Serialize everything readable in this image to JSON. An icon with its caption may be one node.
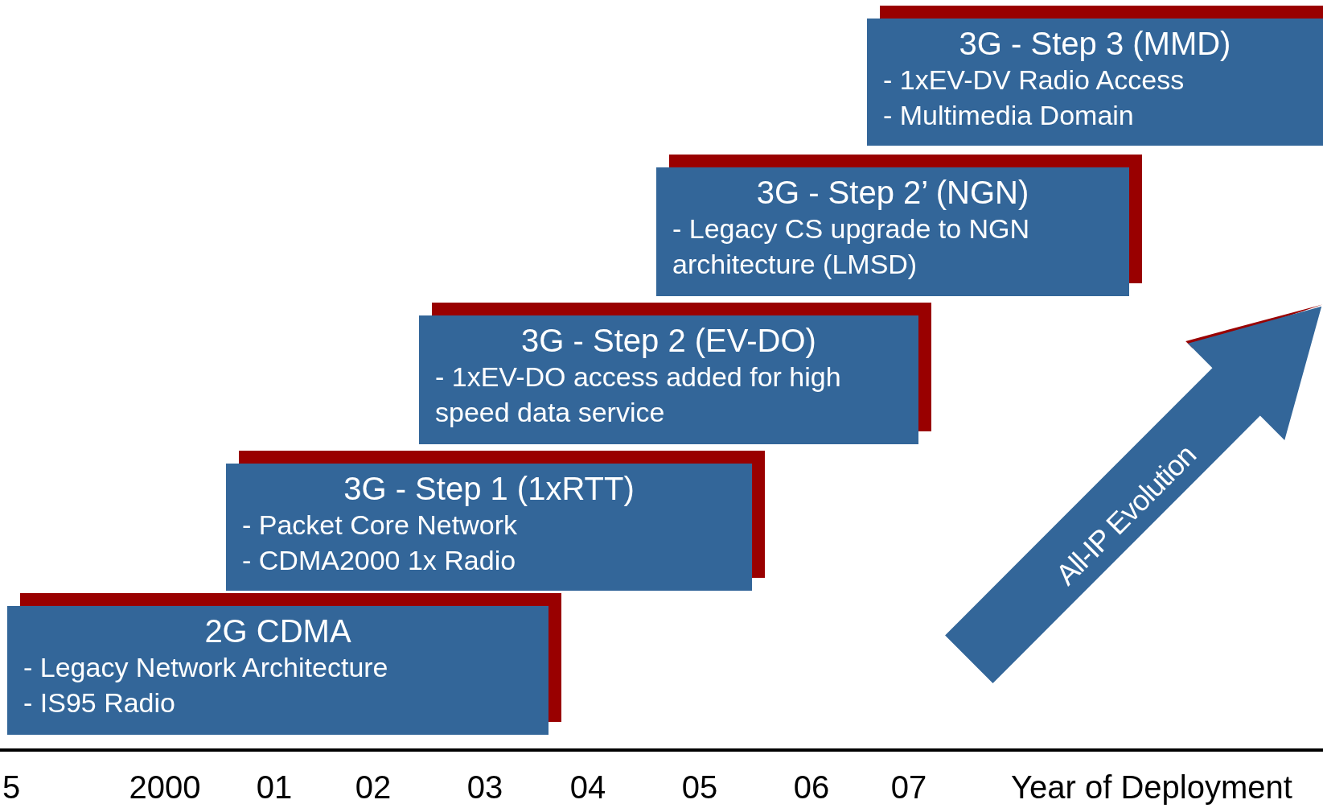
{
  "diagram": {
    "nodes": [
      {
        "text": [
          "2G CDMA",
          "- Legacy Network Architecture",
          "- IS95 Radio"
        ]
      },
      {
        "text": [
          "3G - Step 1 (1xRTT)",
          "- Packet Core Network",
          "- CDMA2000 1x Radio"
        ]
      },
      {
        "text": [
          "3G - Step 2 (EV-DO)",
          "- 1xEV-DO access added for high speed data service"
        ]
      },
      {
        "text": [
          "3G - Step 2’ (NGN)",
          "- Legacy CS upgrade to NGN architecture (LMSD)"
        ]
      },
      {
        "text": [
          "3G - Step 3 (MMD)",
          "- 1xEV-DV Radio Access",
          "- Multimedia Domain"
        ]
      },
      {
        "text": [
          "All-IP Evolution"
        ]
      }
    ],
    "edges": [],
    "labels": [
      "5",
      "2000",
      "01",
      "02",
      "03",
      "04",
      "05",
      "06",
      "07",
      "Year of Deployment"
    ]
  }
}
